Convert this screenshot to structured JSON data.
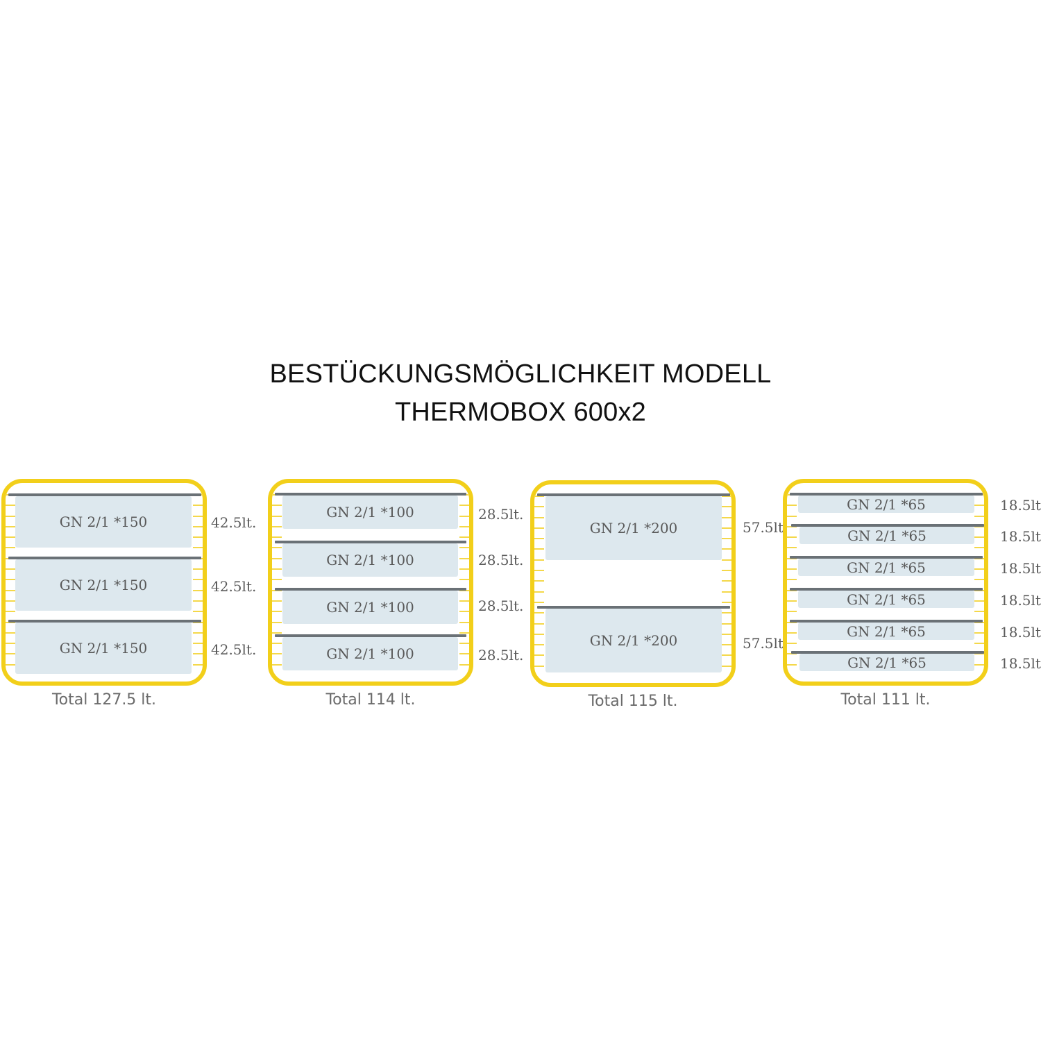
{
  "title": {
    "line1": "BESTÜCKUNGSMÖGLICHKEIT MODELL",
    "line2": "THERMOBOX 600x2"
  },
  "colors": {
    "frame": "#f2cf1a",
    "rung": "#f4d84a",
    "shelf": "#6a7176",
    "pan": "#dde8ee",
    "text": "#585858"
  },
  "configurations": [
    {
      "pans": [
        {
          "label": "GN 2/1 *150",
          "volume": "42.5lt."
        },
        {
          "label": "GN 2/1 *150",
          "volume": "42.5lt."
        },
        {
          "label": "GN 2/1 *150",
          "volume": "42.5lt."
        }
      ],
      "total": "Total 127.5 lt."
    },
    {
      "pans": [
        {
          "label": "GN 2/1 *100",
          "volume": "28.5lt."
        },
        {
          "label": "GN 2/1 *100",
          "volume": "28.5lt."
        },
        {
          "label": "GN 2/1 *100",
          "volume": "28.5lt."
        },
        {
          "label": "GN 2/1 *100",
          "volume": "28.5lt."
        }
      ],
      "total": "Total 114 lt."
    },
    {
      "pans": [
        {
          "label": "GN 2/1 *200",
          "volume": "57.5lt."
        },
        {
          "label": "GN 2/1 *200",
          "volume": "57.5lt."
        }
      ],
      "total": "Total 115 lt."
    },
    {
      "pans": [
        {
          "label": "GN 2/1 *65",
          "volume": "18.5lt."
        },
        {
          "label": "GN 2/1 *65",
          "volume": "18.5lt."
        },
        {
          "label": "GN 2/1 *65",
          "volume": "18.5lt."
        },
        {
          "label": "GN 2/1 *65",
          "volume": "18.5lt."
        },
        {
          "label": "GN 2/1 *65",
          "volume": "18.5lt."
        },
        {
          "label": "GN 2/1 *65",
          "volume": "18.5lt."
        }
      ],
      "total": "Total 111 lt."
    }
  ]
}
